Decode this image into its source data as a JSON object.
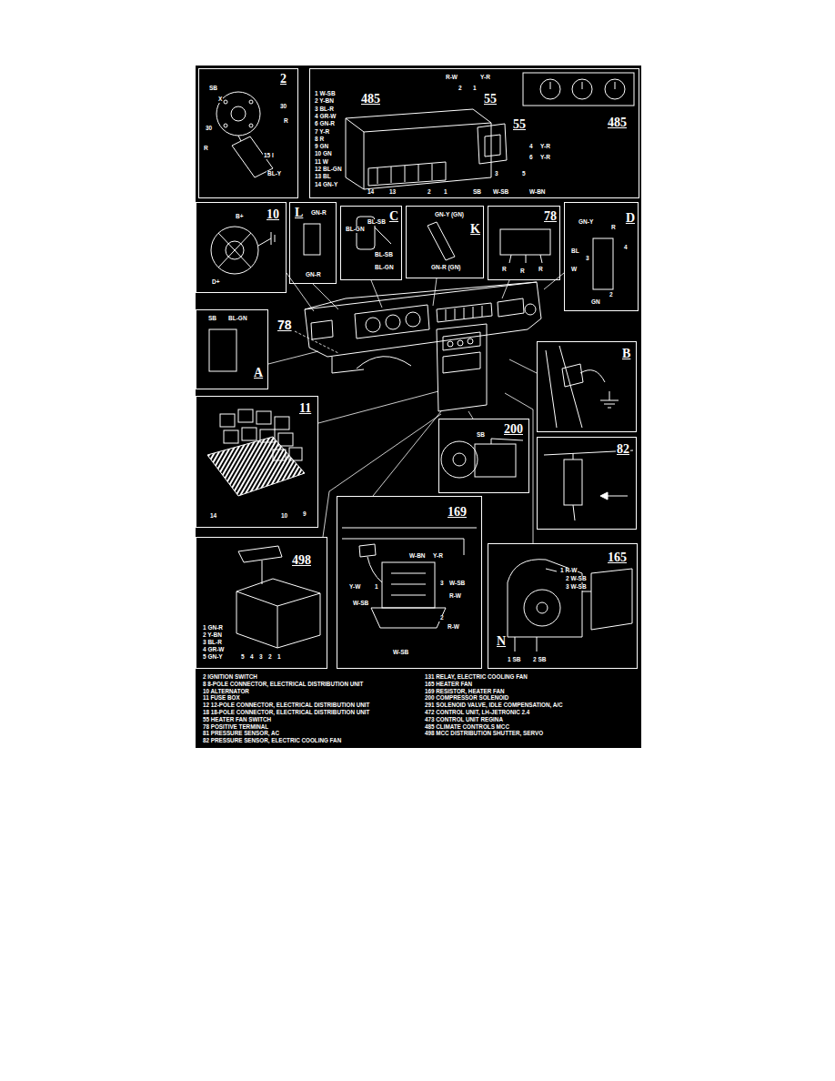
{
  "diagram": {
    "nodes": [
      {
        "text": [
          "2",
          "SB",
          "X",
          "30",
          "R",
          "30",
          "R",
          "15 I",
          "BL-Y"
        ]
      },
      {
        "text": [
          "485",
          "55",
          "R-W",
          "Y-R",
          "2",
          "1",
          "55",
          "485",
          "1 W-SB",
          "2 Y-BN",
          "3 BL-R",
          "4 GR-W",
          "6 GN-R",
          "7 Y-R",
          "8 R",
          "9 GN",
          "10 GN",
          "11 W",
          "12 BL-GN",
          "13 BL",
          "14 GN-Y",
          "14",
          "13",
          "2",
          "1",
          "SB",
          "W-SB",
          "W-BN",
          "3",
          "5",
          "4",
          "6",
          "Y-R",
          "Y-R"
        ]
      },
      {
        "text": [
          "10",
          "B+",
          "D+"
        ]
      },
      {
        "text": [
          "L",
          "GN-R",
          "GN-R"
        ]
      },
      {
        "text": [
          "C",
          "BL-GN",
          "BL-SB",
          "BL-SB",
          "BL-GN"
        ]
      },
      {
        "text": [
          "K",
          "GN-Y (GN)",
          "GN-R (GN)"
        ]
      },
      {
        "text": [
          "78",
          "R",
          "R",
          "R"
        ]
      },
      {
        "text": [
          "D",
          "GN-Y",
          "R",
          "4",
          "BL",
          "3",
          "W",
          "2",
          "GN"
        ]
      },
      {
        "text": [
          "SB",
          "BL-GN",
          "A"
        ]
      },
      {
        "text": [
          "B"
        ]
      },
      {
        "text": [
          "11",
          "14",
          "10",
          "9"
        ]
      },
      {
        "text": [
          "200",
          "SB"
        ]
      },
      {
        "text": [
          "82"
        ]
      },
      {
        "text": [
          "498",
          "1 GN-R",
          "2 Y-BN",
          "3 BL-R",
          "4 GR-W",
          "5 GN-Y",
          "5",
          "4",
          "3",
          "2",
          "1"
        ]
      },
      {
        "text": [
          "169",
          "W-BN",
          "Y-R",
          "Y-W",
          "1",
          "3",
          "W-SB",
          "W-SB",
          "R-W",
          "2",
          "R-W",
          "W-SB"
        ]
      },
      {
        "text": [
          "165",
          "1 R-W",
          "2 W-SB",
          "3 W-SB",
          "N",
          "1 SB",
          "2 SB"
        ]
      }
    ],
    "labels": [
      "78",
      "2 IGNITION SWITCH",
      "8 8-POLE CONNECTOR, ELECTRICAL DISTRIBUTION UNIT",
      "10 ALTERNATOR",
      "11 FUSE BOX",
      "12 12-POLE CONNECTOR, ELECTRICAL DISTRIBUTION UNIT",
      "18 18-POLE CONNECTOR, ELECTRICAL DISTRIBUTION UNIT",
      "55 HEATER FAN SWITCH",
      "78 POSITIVE TERMINAL",
      "81 PRESSURE SENSOR, AC",
      "82 PRESSURE SENSOR, ELECTRIC COOLING FAN",
      "131 RELAY, ELECTRIC COOLING FAN",
      "165 HEATER FAN",
      "169 RESISTOR, HEATER FAN",
      "200 COMPRESSOR SOLENOID",
      "291 SOLENOID VALVE, IDLE COMPENSATION, A/C",
      "472 CONTROL UNIT, LH-JETRONIC 2.4",
      "473 CONTROL UNIT REGINA",
      "485 CLIMATE CONTROLS MCC",
      "498 MCC DISTRIBUTION SHUTTER, SERVO"
    ]
  }
}
